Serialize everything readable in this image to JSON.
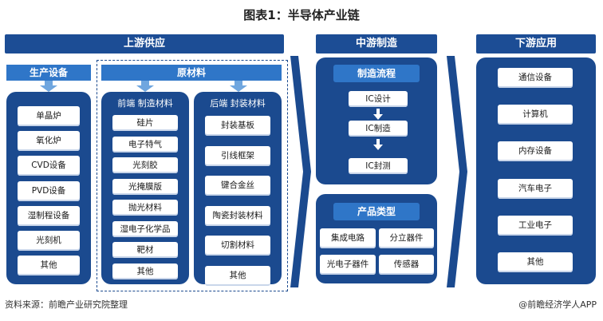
{
  "title": "图表1：半导体产业链",
  "upstream": {
    "header": "上游供应",
    "equipment": {
      "header": "生产设备",
      "items": [
        "单晶炉",
        "氧化炉",
        "CVD设备",
        "PVD设备",
        "湿制程设备",
        "光刻机",
        "其他"
      ]
    },
    "materials": {
      "header": "原材料",
      "front": {
        "header": "前端  制造材料",
        "items": [
          "硅片",
          "电子特气",
          "光刻胶",
          "光掩膜版",
          "抛光材料",
          "湿电子化学品",
          "靶材",
          "其他"
        ]
      },
      "back": {
        "header": "后端  封装材料",
        "items": [
          "封装基板",
          "引线框架",
          "键合金丝",
          "陶瓷封装材料",
          "切割材料",
          "其他"
        ]
      }
    }
  },
  "midstream": {
    "header": "中游制造",
    "process": {
      "header": "制造流程",
      "items": [
        "IC设计",
        "IC制造",
        "IC封测"
      ]
    },
    "products": {
      "header": "产品类型",
      "items": [
        "集成电路",
        "分立器件",
        "光电子器件",
        "传感器"
      ]
    }
  },
  "downstream": {
    "header": "下游应用",
    "items": [
      "通信设备",
      "计算机",
      "内存设备",
      "汽车电子",
      "工业电子",
      "其他"
    ]
  },
  "footer": {
    "source": "资料来源：前瞻产业研究院整理",
    "brand": "@前瞻经济学人APP"
  },
  "colors": {
    "dark_blue": "#1b4a8f",
    "mid_blue": "#2f76c8",
    "light_blue": "#6fa6df"
  }
}
